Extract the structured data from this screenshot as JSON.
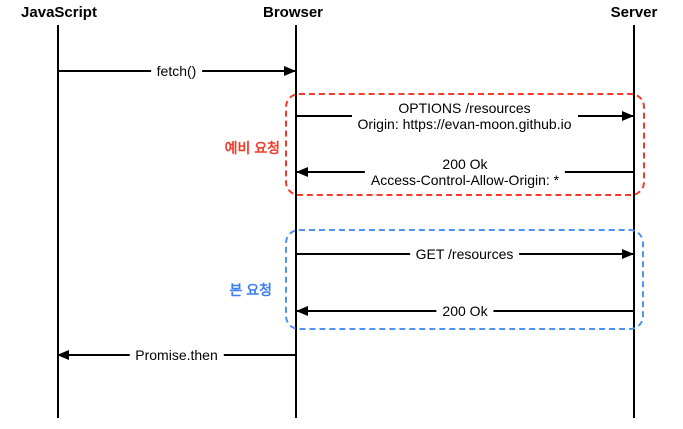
{
  "actors": {
    "javascript": "JavaScript",
    "browser": "Browser",
    "server": "Server"
  },
  "messages": {
    "fetch": "fetch()",
    "preflight_request": {
      "line1": "OPTIONS /resources",
      "line2": "Origin: https://evan-moon.github.io"
    },
    "preflight_response": {
      "line1": "200 Ok",
      "line2": "Access-Control-Allow-Origin: *"
    },
    "main_request": "GET /resources",
    "main_response": "200 Ok",
    "promise_then": "Promise.then"
  },
  "groups": {
    "preflight": {
      "label": "예비 요청",
      "color": "#f23a2a"
    },
    "main": {
      "label": "본 요청",
      "color": "#4f92f5",
      "label_color": "#3e7ef5"
    }
  },
  "colors": {
    "line": "#000000",
    "background": "#ffffff"
  }
}
